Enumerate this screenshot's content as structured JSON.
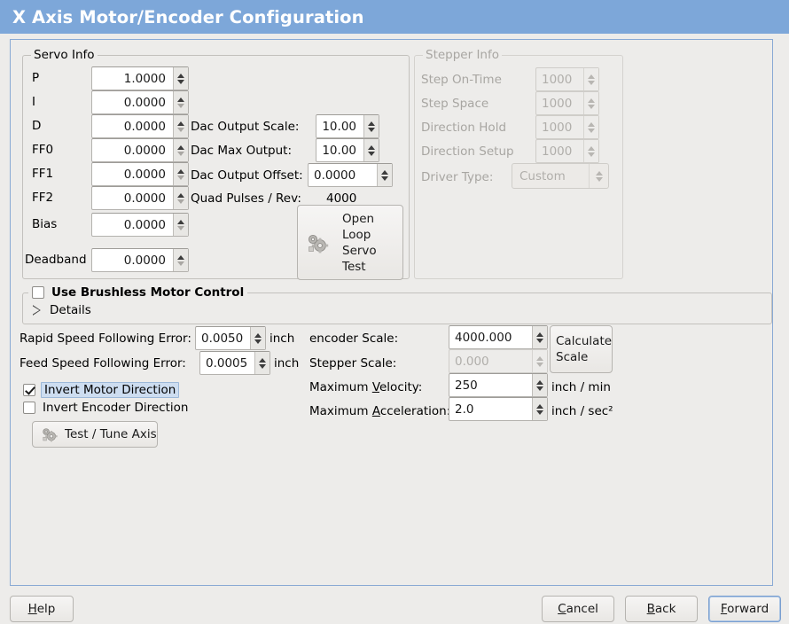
{
  "window": {
    "title": "X Axis Motor/Encoder Configuration",
    "titlebar_color": "#7da7d9",
    "frame_border_color": "#89a9d4",
    "background_color": "#edecea"
  },
  "servo_info": {
    "group_title": "Servo Info",
    "rows": [
      {
        "label": "P",
        "value": "1.0000"
      },
      {
        "label": "I",
        "value": "0.0000"
      },
      {
        "label": "D",
        "value": "0.0000"
      },
      {
        "label": "FF0",
        "value": "0.0000"
      },
      {
        "label": "FF1",
        "value": "0.0000"
      },
      {
        "label": "FF2",
        "value": "0.0000"
      },
      {
        "label": "Bias",
        "value": "0.0000"
      },
      {
        "label": "Deadband",
        "value": "0.0000"
      }
    ],
    "dac": [
      {
        "label": "Dac Output Scale:",
        "value": "10.00"
      },
      {
        "label": "Dac Max Output:",
        "value": "10.00"
      },
      {
        "label": "Dac Output Offset:",
        "value": "0.0000"
      }
    ],
    "quad_pulses_label": "Quad Pulses / Rev:",
    "quad_pulses_value": "4000",
    "open_loop_button": "Open\nLoop\nServo\nTest",
    "open_loop_button_lines": [
      "Open",
      "Loop",
      "Servo",
      "Test"
    ]
  },
  "stepper_info": {
    "group_title": "Stepper Info",
    "disabled": true,
    "rows": [
      {
        "label": "Step On-Time",
        "value": "1000"
      },
      {
        "label": "Step Space",
        "value": "1000"
      },
      {
        "label": "Direction Hold",
        "value": "1000"
      },
      {
        "label": "Direction Setup",
        "value": "1000"
      }
    ],
    "driver_type_label": "Driver Type:",
    "driver_type_value": "Custom"
  },
  "brushless": {
    "checkbox_label": "Use Brushless Motor Control",
    "checked": false,
    "details_label": "Details",
    "details_expanded": false
  },
  "following_error": {
    "rapid": {
      "label": "Rapid Speed Following Error:",
      "value": "0.0050",
      "unit": "inch"
    },
    "feed": {
      "label": "Feed Speed Following Error:",
      "value": "0.0005",
      "unit": "inch"
    }
  },
  "invert": {
    "motor": {
      "label": "Invert Motor Direction",
      "checked": true,
      "focused": true
    },
    "encoder": {
      "label": "Invert Encoder Direction",
      "checked": false,
      "focused": false
    }
  },
  "test_tune_button": "Test / Tune Axis",
  "scales": {
    "encoder": {
      "label": "encoder Scale:",
      "value": "4000.000",
      "disabled": false
    },
    "stepper": {
      "label": "Stepper Scale:",
      "value": "0.000",
      "disabled": true
    },
    "max_velocity": {
      "label": "Maximum Velocity:",
      "accel_key": "V",
      "value": "250",
      "unit": "inch / min"
    },
    "max_acceleration": {
      "label": "Maximum Acceleration:",
      "accel_key": "A",
      "value": "2.0",
      "unit": "inch / sec²"
    },
    "calculate_button_lines": [
      "Calculate",
      "Scale"
    ]
  },
  "actions": {
    "help": {
      "label": "Help",
      "accel": "H",
      "focused": false
    },
    "cancel": {
      "label": "Cancel",
      "accel": "C",
      "focused": false
    },
    "back": {
      "label": "Back",
      "accel": "B",
      "focused": false
    },
    "forward": {
      "label": "Forward",
      "accel": "F",
      "focused": true
    }
  },
  "icons": {
    "gears": "gears-icon",
    "spin_up": "chevron-up-icon",
    "spin_down": "chevron-down-icon",
    "expander": "triangle-right-icon"
  }
}
